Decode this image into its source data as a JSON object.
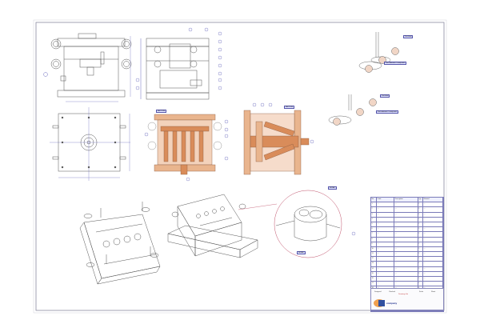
{
  "sheet": {
    "type": "injection-mold-assembly-drawing",
    "views": [
      "front-view",
      "side-view",
      "top-view",
      "section-a-a",
      "section-b-b",
      "isometric-moving-half",
      "isometric-assembly",
      "detail-view"
    ]
  },
  "notes": {
    "part_tag_1": "Part label",
    "part_callout_1": "Part reference / cavity note",
    "part_tag_2": "Part label",
    "part_callout_2": "Part reference / cavity note",
    "detail_tag": "DETAIL",
    "detail_bottom_tag": "DETAIL",
    "section_a": "SECTION",
    "section_b": "SECTION"
  },
  "bom": {
    "headers": [
      "No.",
      "Code",
      "Description",
      "Qty",
      "Material"
    ],
    "rows": [
      [
        "1",
        "—",
        "—",
        "1",
        "—"
      ],
      [
        "2",
        "—",
        "—",
        "1",
        "—"
      ],
      [
        "3",
        "—",
        "—",
        "1",
        "—"
      ],
      [
        "4",
        "—",
        "—",
        "1",
        "—"
      ],
      [
        "5",
        "—",
        "—",
        "1",
        "—"
      ],
      [
        "6",
        "—",
        "—",
        "1",
        "—"
      ],
      [
        "7",
        "—",
        "—",
        "1",
        "—"
      ],
      [
        "8",
        "—",
        "—",
        "1",
        "—"
      ],
      [
        "9",
        "—",
        "—",
        "1",
        "—"
      ],
      [
        "10",
        "—",
        "—",
        "1",
        "—"
      ],
      [
        "11",
        "—",
        "—",
        "1",
        "—"
      ],
      [
        "12",
        "—",
        "—",
        "1",
        "—"
      ],
      [
        "13",
        "—",
        "—",
        "1",
        "—"
      ],
      [
        "14",
        "—",
        "—",
        "1",
        "—"
      ],
      [
        "15",
        "—",
        "—",
        "1",
        "—"
      ],
      [
        "16",
        "—",
        "—",
        "1",
        "—"
      ],
      [
        "17",
        "—",
        "—",
        "1",
        "—"
      ],
      [
        "18",
        "—",
        "—",
        "1",
        "—"
      ],
      [
        "19",
        "—",
        "—",
        "1",
        "—"
      ],
      [
        "20",
        "—",
        "—",
        "1",
        "—"
      ],
      [
        "21",
        "—",
        "—",
        "1",
        "—"
      ],
      [
        "22",
        "—",
        "—",
        "1",
        "—"
      ]
    ]
  },
  "title_block": {
    "company": "company",
    "title": "Drawing title",
    "field_1": "Designed",
    "field_2": "Checked",
    "field_3": "Scale",
    "field_4": "Sheet"
  },
  "colors": {
    "line": "#555555",
    "frame": "#8a8aa0",
    "section_fill": "#e9b58e",
    "section_dark": "#d98c5a",
    "accent_red": "#c0506a",
    "dimension_blue": "#4a4ab0",
    "logo_orange": "#f0a050",
    "logo_blue": "#3050a0"
  }
}
